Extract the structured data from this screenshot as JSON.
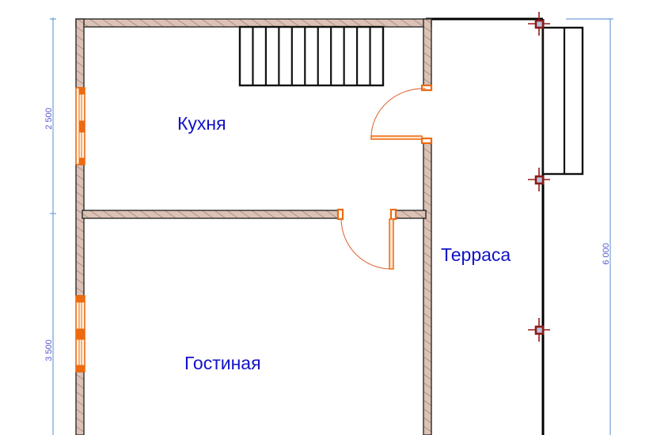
{
  "plan": {
    "rooms": [
      {
        "name": "kitchen",
        "label": "Кухня"
      },
      {
        "name": "terrace",
        "label": "Терраса"
      },
      {
        "name": "living-room",
        "label": "Гостиная"
      }
    ],
    "dimensions": {
      "left_upper": "2 500",
      "left_lower": "3 500",
      "right_total": "6 000"
    },
    "stair_steps": 11,
    "terrace_steps": 2,
    "colors": {
      "label": "#1212c8",
      "wall_fill": "#dcc2b6",
      "wall_hatch": "#a38477",
      "door_window": "#ee6a10",
      "dimension": "#6f9fd8",
      "post": "#8a1a1a"
    }
  }
}
